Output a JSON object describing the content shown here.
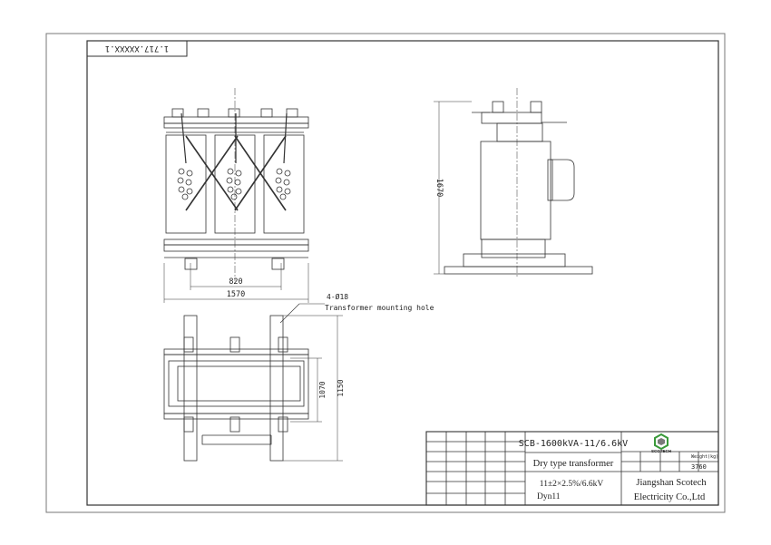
{
  "drawing": {
    "code_box": "1.717.XXXXX.1",
    "front_view": {
      "dim_inner_width": "820",
      "dim_overall_width": "1570"
    },
    "side_view": {
      "dim_height": "1670"
    },
    "top_view": {
      "hole_spec": "4-Ø18",
      "hole_label": "Transformer mounting hole",
      "dim_inner": "1070",
      "dim_outer": "1150"
    }
  },
  "title_block": {
    "model": "SCB-1600kVA-11/6.6kV",
    "product_name": "Dry type transformer",
    "ratio": "11±2×2.5%/6.6kV",
    "vector_group": "Dyn11",
    "logo_text": "SCOTECH",
    "weight_label": "Weight(kg)",
    "weight_value": "3760",
    "company_line1": "Jiangshan Scotech",
    "company_line2": "Electricity Co.,Ltd"
  },
  "colors": {
    "line": "#333333",
    "logo_green": "#3a9a3a",
    "logo_gray": "#7a7a7a"
  }
}
